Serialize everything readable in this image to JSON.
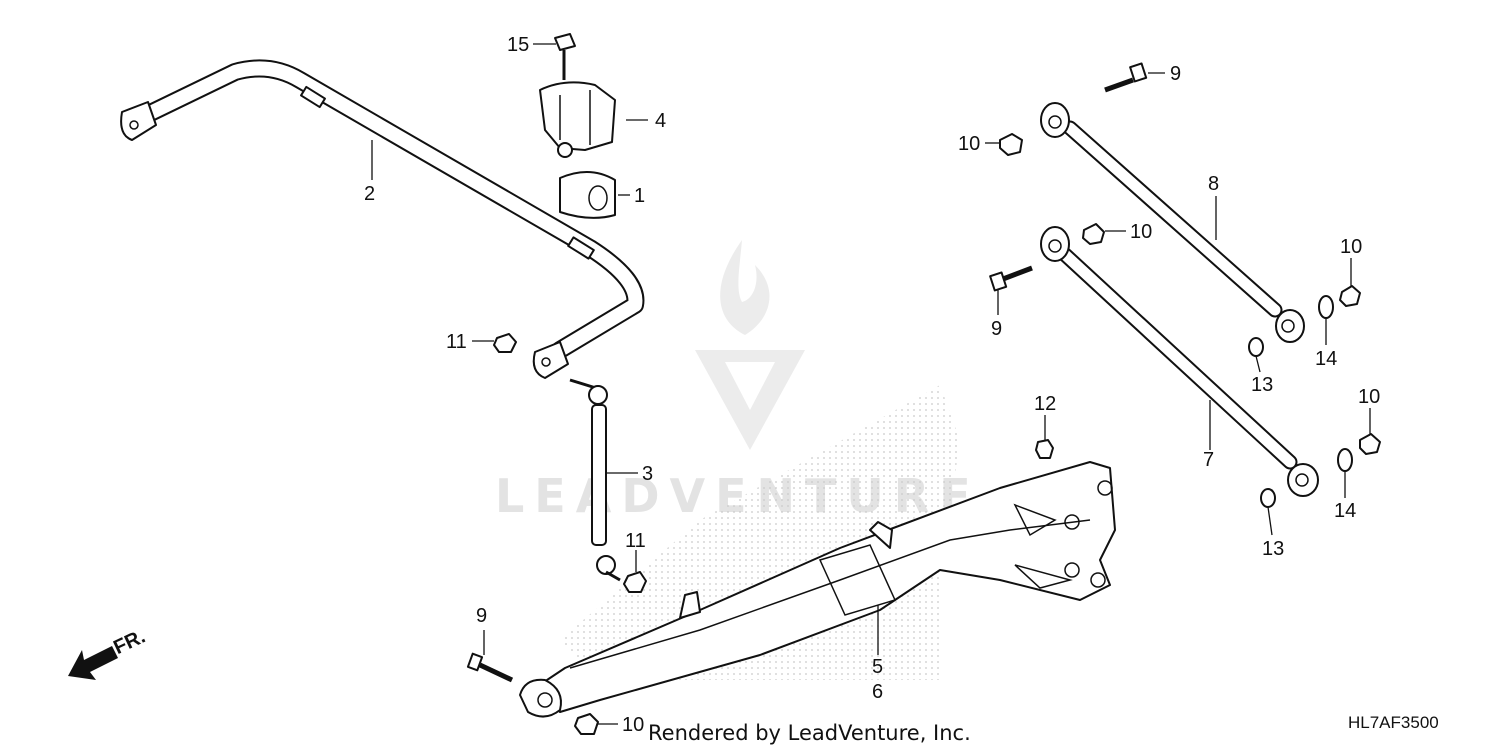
{
  "watermark": {
    "text": "LEADVENTURE"
  },
  "footer": {
    "credit": "Rendered by LeadVenture, Inc.",
    "diagram_code": "HL7AF3500"
  },
  "direction_arrow": {
    "label": "FR.",
    "icon": "direction-arrow-icon"
  },
  "callouts": [
    {
      "id": "c15",
      "text": "15"
    },
    {
      "id": "c4",
      "text": "4"
    },
    {
      "id": "c1",
      "text": "1"
    },
    {
      "id": "c2",
      "text": "2"
    },
    {
      "id": "c11a",
      "text": "11"
    },
    {
      "id": "c3",
      "text": "3"
    },
    {
      "id": "c11b",
      "text": "11"
    },
    {
      "id": "c9a",
      "text": "9"
    },
    {
      "id": "c10a",
      "text": "10"
    },
    {
      "id": "c5",
      "text": "5"
    },
    {
      "id": "c6",
      "text": "6"
    },
    {
      "id": "c12",
      "text": "12"
    },
    {
      "id": "c9b",
      "text": "9"
    },
    {
      "id": "c10b",
      "text": "10"
    },
    {
      "id": "c8",
      "text": "8"
    },
    {
      "id": "c10c",
      "text": "10"
    },
    {
      "id": "c9c",
      "text": "9"
    },
    {
      "id": "c10d",
      "text": "10"
    },
    {
      "id": "c14a",
      "text": "14"
    },
    {
      "id": "c13a",
      "text": "13"
    },
    {
      "id": "c7",
      "text": "7"
    },
    {
      "id": "c10e",
      "text": "10"
    },
    {
      "id": "c14b",
      "text": "14"
    },
    {
      "id": "c13b",
      "text": "13"
    }
  ]
}
